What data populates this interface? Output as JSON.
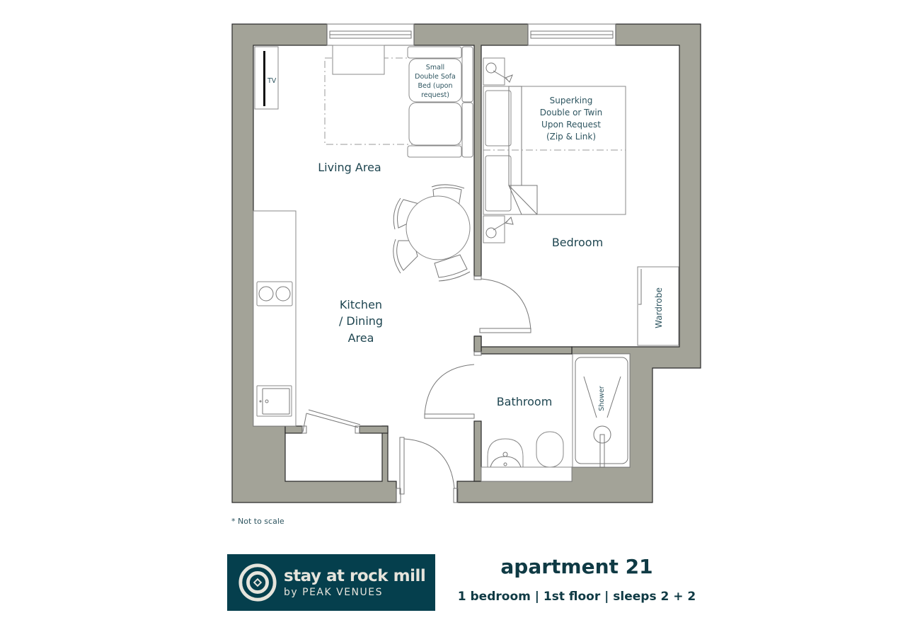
{
  "floorplan": {
    "rooms": {
      "living_area": "Living Area",
      "bedroom": "Bedroom",
      "kitchen_line1": "Kitchen",
      "kitchen_line2": "/ Dining",
      "kitchen_line3": "Area",
      "bathroom": "Bathroom"
    },
    "furniture": {
      "tv": "TV",
      "sofa_line1": "Small",
      "sofa_line2": "Double Sofa",
      "sofa_line3": "Bed (upon",
      "sofa_line4": "request)",
      "bed_line1": "Superking",
      "bed_line2": "Double or Twin",
      "bed_line3": "Upon Request",
      "bed_line4": "(Zip & Link)",
      "wardrobe": "Wardrobe",
      "shower": "Shower"
    },
    "note": "* Not to scale",
    "colors": {
      "wall": "#a3a398",
      "label": "#1e4550",
      "brand": "#053f4d"
    }
  },
  "branding": {
    "logo_title": "stay at rock mill",
    "logo_subtitle": "by PEAK VENUES",
    "logo_icon": "concentric-circles-diamond-icon"
  },
  "apartment": {
    "title": "apartment 21",
    "details": "1 bedroom | 1st floor | sleeps 2 + 2"
  }
}
